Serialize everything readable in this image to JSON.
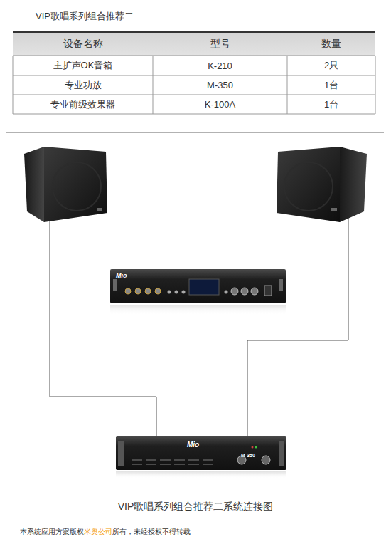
{
  "diagram": {
    "title": "VIP歌唱系列组合推荐二",
    "caption": "VIP歌唱系列组合推荐二系统连接图",
    "nodes": [
      {
        "text": [
          "Mio"
        ]
      },
      {
        "text": [
          "Mio",
          "M-350"
        ]
      }
    ],
    "labels": [
      "设备名称",
      "型号",
      "数量",
      "主扩声OK音箱",
      "K-210",
      "2只",
      "专业功放",
      "M-350",
      "1台",
      "专业前级效果器",
      "K-100A",
      "1台",
      "本系统应用方案版权",
      "米奥公司",
      "所有，未经授权不得转载"
    ]
  }
}
